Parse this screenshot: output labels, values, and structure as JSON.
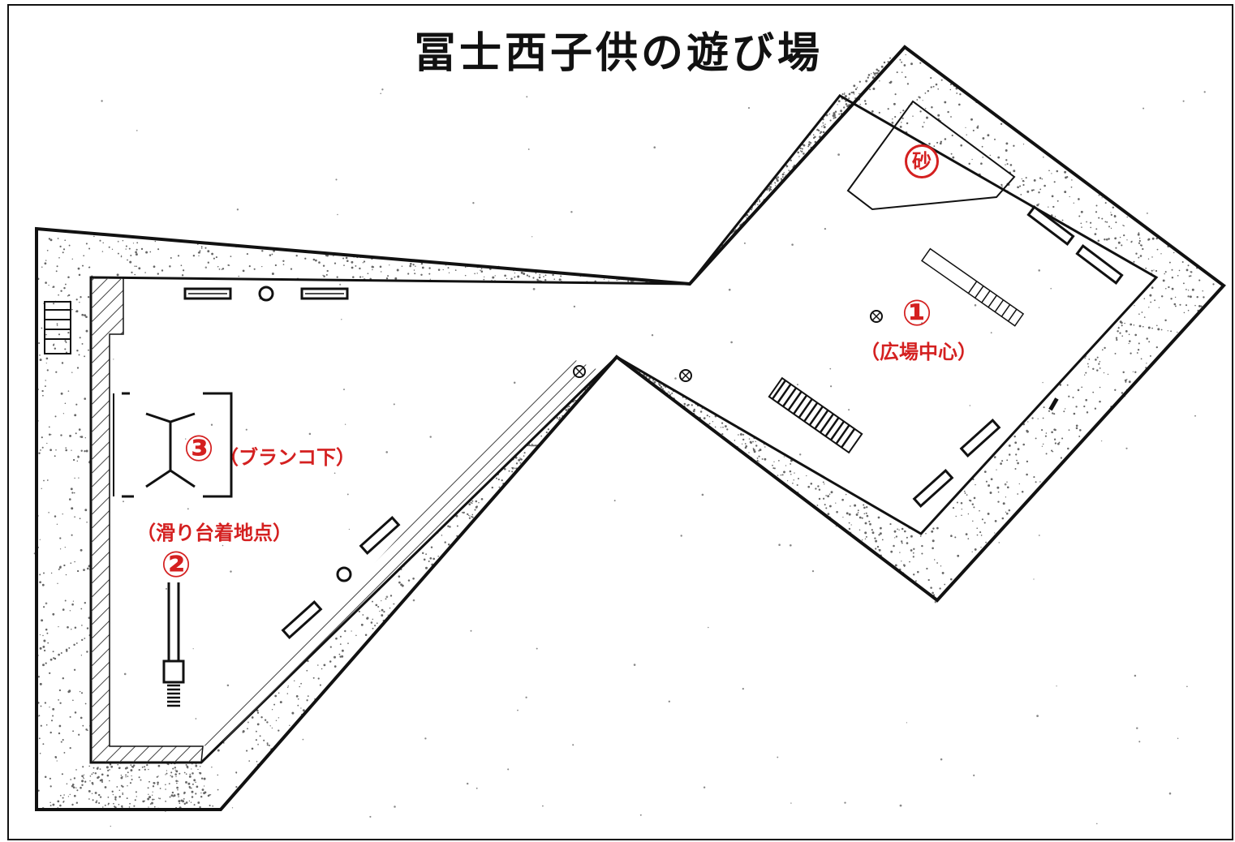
{
  "title": "冨士西子供の遊び場",
  "colors": {
    "marker": "#d42020",
    "line": "#111111",
    "hatch": "#444444",
    "stipple": "#666666",
    "background": "#ffffff"
  },
  "markers": {
    "sand": "砂",
    "point1": {
      "number": "①",
      "caption": "（広場中心）"
    },
    "point2": {
      "number": "②",
      "caption": "（滑り台着地点）"
    },
    "point3": {
      "number": "③",
      "caption": "（ブランコ下）"
    }
  }
}
